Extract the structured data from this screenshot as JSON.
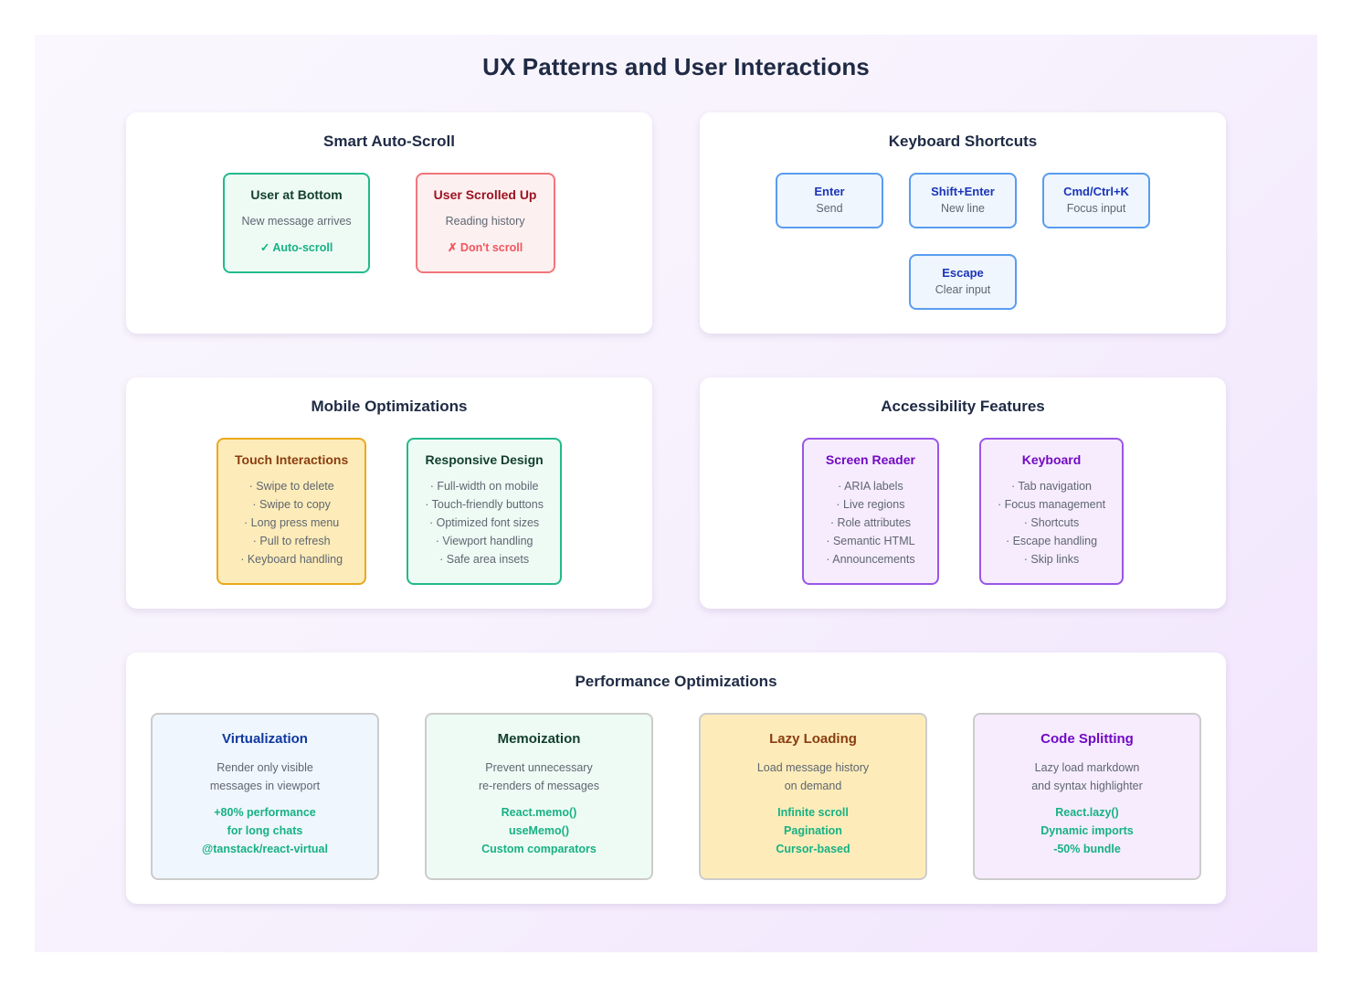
{
  "page": {
    "title": "UX Patterns and User Interactions"
  },
  "colors": {
    "green": "#17b184",
    "red": "#f2555e",
    "blue": "#5a9cf0",
    "yellow": "#e9a91d",
    "purple": "#9a55e8",
    "title": "#1f2a44"
  },
  "panels": {
    "auto_scroll": {
      "title": "Smart Auto-Scroll",
      "boxes": [
        {
          "title": "User at Bottom",
          "sub": "New message arrives",
          "accent": "✓ Auto-scroll"
        },
        {
          "title": "User Scrolled Up",
          "sub": "Reading history",
          "accent": "✗ Don't scroll"
        }
      ]
    },
    "keyboard_shortcuts": {
      "title": "Keyboard Shortcuts",
      "keys": [
        {
          "label": "Enter",
          "desc": "Send"
        },
        {
          "label": "Shift+Enter",
          "desc": "New line"
        },
        {
          "label": "Cmd/Ctrl+K",
          "desc": "Focus input"
        },
        {
          "label": "Escape",
          "desc": "Clear input"
        }
      ]
    },
    "mobile": {
      "title": "Mobile Optimizations",
      "boxes": [
        {
          "title": "Touch Interactions",
          "items": [
            "· Swipe to delete",
            "· Swipe to copy",
            "· Long press menu",
            "· Pull to refresh",
            "· Keyboard handling"
          ]
        },
        {
          "title": "Responsive Design",
          "items": [
            "· Full-width on mobile",
            "· Touch-friendly buttons",
            "· Optimized font sizes",
            "· Viewport handling",
            "· Safe area insets"
          ]
        }
      ]
    },
    "accessibility": {
      "title": "Accessibility Features",
      "boxes": [
        {
          "title": "Screen Reader",
          "items": [
            "· ARIA labels",
            "· Live regions",
            "· Role attributes",
            "· Semantic HTML",
            "· Announcements"
          ]
        },
        {
          "title": "Keyboard",
          "items": [
            "· Tab navigation",
            "· Focus management",
            "· Shortcuts",
            "· Escape handling",
            "· Skip links"
          ]
        }
      ]
    },
    "performance": {
      "title": "Performance Optimizations",
      "boxes": [
        {
          "title": "Virtualization",
          "sub_lines": [
            "Render only visible",
            "messages in viewport"
          ],
          "accent_lines": [
            "+80% performance",
            "for long chats",
            "@tanstack/react-virtual"
          ]
        },
        {
          "title": "Memoization",
          "sub_lines": [
            "Prevent unnecessary",
            "re-renders of messages"
          ],
          "accent_lines": [
            "React.memo()",
            "useMemo()",
            "Custom comparators"
          ]
        },
        {
          "title": "Lazy Loading",
          "sub_lines": [
            "Load message history",
            "on demand"
          ],
          "accent_lines": [
            "Infinite scroll",
            "Pagination",
            "Cursor-based"
          ]
        },
        {
          "title": "Code Splitting",
          "sub_lines": [
            "Lazy load markdown",
            "and syntax highlighter"
          ],
          "accent_lines": [
            "React.lazy()",
            "Dynamic imports",
            "-50% bundle"
          ]
        }
      ]
    }
  }
}
